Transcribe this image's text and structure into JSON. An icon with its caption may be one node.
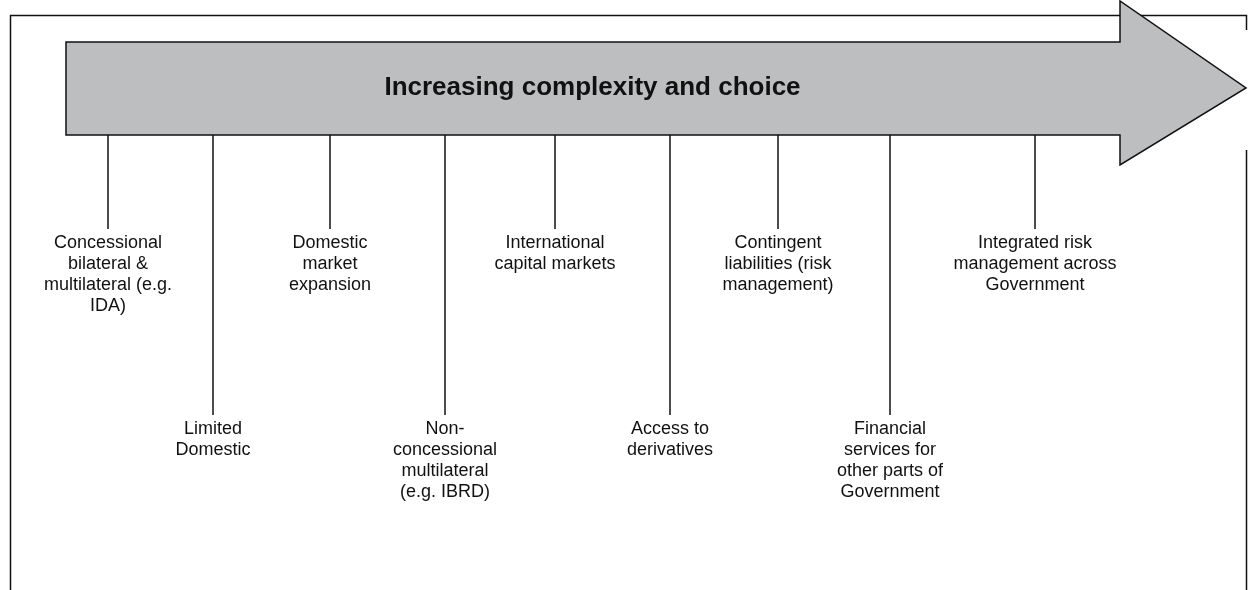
{
  "diagram": {
    "nodes": [
      {
        "text": [
          "Increasing complexity and choice"
        ]
      },
      {
        "text": [
          "Concessional bilateral & multilateral (e.g. IDA)"
        ]
      },
      {
        "text": [
          "Limited Domestic"
        ]
      },
      {
        "text": [
          "Domestic market expansion"
        ]
      },
      {
        "text": [
          "Non-concessional multilateral (e.g. IBRD)"
        ]
      },
      {
        "text": [
          "International capital markets"
        ]
      },
      {
        "text": [
          "Access to derivatives"
        ]
      },
      {
        "text": [
          "Contingent liabilities (risk management)"
        ]
      },
      {
        "text": [
          "Financial services for other parts of Government"
        ]
      },
      {
        "text": [
          "Integrated risk management across Government"
        ]
      }
    ],
    "edges": [
      {
        "from": 1,
        "to": 0,
        "arrow": "none"
      },
      {
        "from": 2,
        "to": 0,
        "arrow": "none"
      },
      {
        "from": 3,
        "to": 0,
        "arrow": "none"
      },
      {
        "from": 4,
        "to": 0,
        "arrow": "none"
      },
      {
        "from": 5,
        "to": 0,
        "arrow": "none"
      },
      {
        "from": 6,
        "to": 0,
        "arrow": "none"
      },
      {
        "from": 7,
        "to": 0,
        "arrow": "none"
      },
      {
        "from": 8,
        "to": 0,
        "arrow": "none"
      },
      {
        "from": 9,
        "to": 0,
        "arrow": "none"
      }
    ]
  }
}
